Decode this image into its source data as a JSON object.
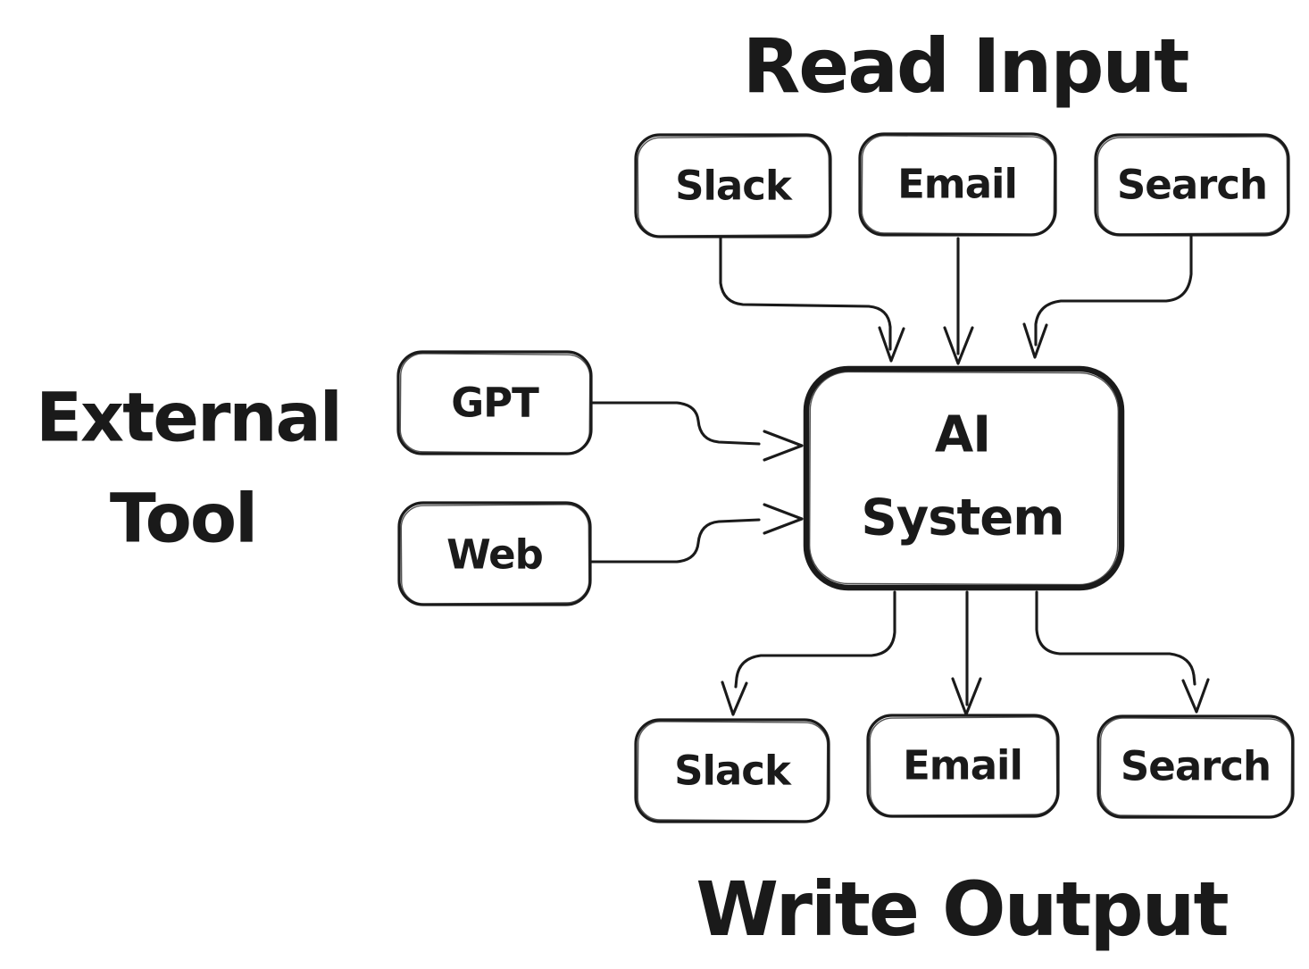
{
  "canvas": {
    "background": "#ffffff",
    "ink": "#1a1a1a"
  },
  "labels": {
    "read_input": "Read Input",
    "write_output": "Write Output",
    "external_tool_line1": "External",
    "external_tool_line2": "Tool"
  },
  "nodes": {
    "input_slack": "Slack",
    "input_email": "Email",
    "input_search": "Search",
    "tool_gpt": "GPT",
    "tool_web": "Web",
    "ai_line1": "AI",
    "ai_line2": "System",
    "output_slack": "Slack",
    "output_email": "Email",
    "output_search": "Search"
  },
  "edges": [
    {
      "from": "input_slack",
      "to": "ai_system"
    },
    {
      "from": "input_email",
      "to": "ai_system"
    },
    {
      "from": "input_search",
      "to": "ai_system"
    },
    {
      "from": "tool_gpt",
      "to": "ai_system"
    },
    {
      "from": "tool_web",
      "to": "ai_system"
    },
    {
      "from": "ai_system",
      "to": "output_slack"
    },
    {
      "from": "ai_system",
      "to": "output_email"
    },
    {
      "from": "ai_system",
      "to": "output_search"
    }
  ]
}
